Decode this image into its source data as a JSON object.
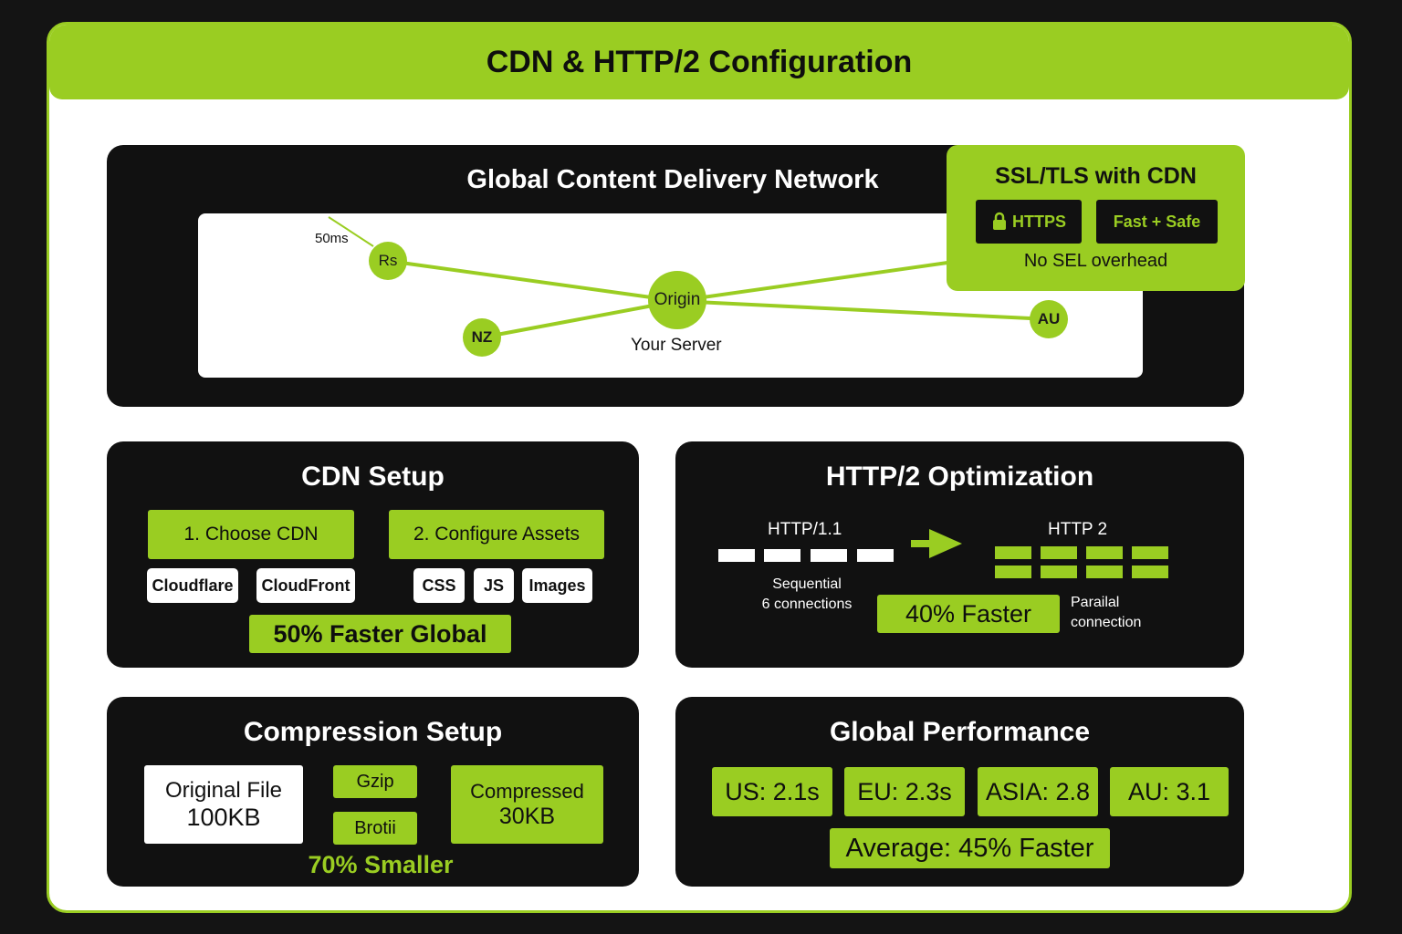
{
  "header": {
    "title": "CDN & HTTP/2 Configuration"
  },
  "cdn_map": {
    "title": "Global Content Delivery Network",
    "latency_label": "50ms",
    "nodes": {
      "rs": "Rs",
      "nz": "NZ",
      "origin": "Origin",
      "au": "AU"
    },
    "origin_caption": "Your Server"
  },
  "ssl": {
    "title": "SSL/TLS with CDN",
    "https_label": "HTTPS",
    "fast_safe_label": "Fast + Safe",
    "note": "No SEL overhead"
  },
  "cdn_setup": {
    "title": "CDN Setup",
    "step1": "1. Choose CDN",
    "step2": "2. Configure Assets",
    "providers": [
      "Cloudflare",
      "CloudFront"
    ],
    "assets": [
      "CSS",
      "JS",
      "Images"
    ],
    "result": "50% Faster Global"
  },
  "http2": {
    "title": "HTTP/2 Optimization",
    "http1_label": "HTTP/1",
    "http1_sub": ".1",
    "http2_label": "HTTP 2",
    "sequential_line1": "Sequential",
    "sequential_line2": "6 connections",
    "faster": "40% Faster",
    "parallel_line1": "Parailal",
    "parallel_line2": "connection"
  },
  "compression": {
    "title": "Compression Setup",
    "original_label": "Original File",
    "original_size": "100KB",
    "gzip": "Gzip",
    "brotli": "Brotii",
    "compressed_label": "Compressed",
    "compressed_size": "30KB",
    "result": "70% Smaller"
  },
  "performance": {
    "title": "Global Performance",
    "regions": [
      "US: 2.1s",
      "EU: 2.3s",
      "ASIA: 2.8",
      "AU: 3.1"
    ],
    "average": "Average: 45% Faster"
  },
  "colors": {
    "accent": "#9acd22",
    "dark": "#111111",
    "page_bg": "#141414"
  },
  "icons": [
    "lock-icon",
    "arrow-right-icon"
  ]
}
